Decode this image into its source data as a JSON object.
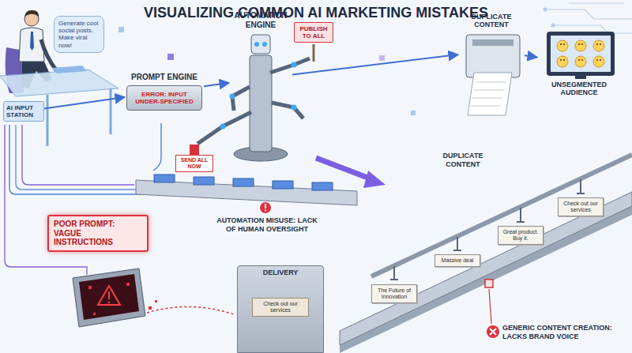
{
  "diagram": {
    "title": "VISUALIZING COMMON AI MARKETING MISTAKES",
    "nodes": [
      {
        "text": [
          "Generate cool social posts. Make viral now!"
        ]
      },
      {
        "text": [
          "AI INPUT STATION"
        ]
      },
      {
        "text": [
          "POOR PROMPT: VAGUE INSTRUCTIONS"
        ]
      },
      {
        "text": [
          "PROMPT ENGINE",
          "ERROR: INPUT UNDER-SPECIFIED"
        ]
      },
      {
        "text": [
          "AUTOMATION ENGINE"
        ]
      },
      {
        "text": [
          "PUBLISH TO ALL"
        ]
      },
      {
        "text": [
          "SEND ALL NOW"
        ]
      },
      {
        "text": [
          "DUPLICATE CONTENT"
        ]
      },
      {
        "text": [
          "UNSEGMENTED AUDIENCE"
        ]
      },
      {
        "text": [
          "DELIVERY"
        ]
      },
      {
        "text": [
          "Check out our services"
        ],
        "in": 9
      },
      {
        "text": [
          "The Future of Innovation"
        ]
      },
      {
        "text": [
          "Massive deal"
        ]
      },
      {
        "text": [
          "Great product. Buy it."
        ]
      },
      {
        "text": [
          "Check out our services"
        ]
      }
    ],
    "edges": [
      {
        "from": 1,
        "to": 3,
        "arrow": "to"
      },
      {
        "from": 3,
        "to": 4,
        "arrow": "to"
      },
      {
        "from": 4,
        "to": 7,
        "arrow": "to"
      },
      {
        "from": 7,
        "to": 8,
        "arrow": "to"
      }
    ],
    "labels": [
      "DUPLICATE CONTENT",
      "AUTOMATION MISUSE: LACK OF HUMAN OVERSIGHT",
      "GENERIC CONTENT CREATION: LACKS BRAND VOICE"
    ]
  }
}
